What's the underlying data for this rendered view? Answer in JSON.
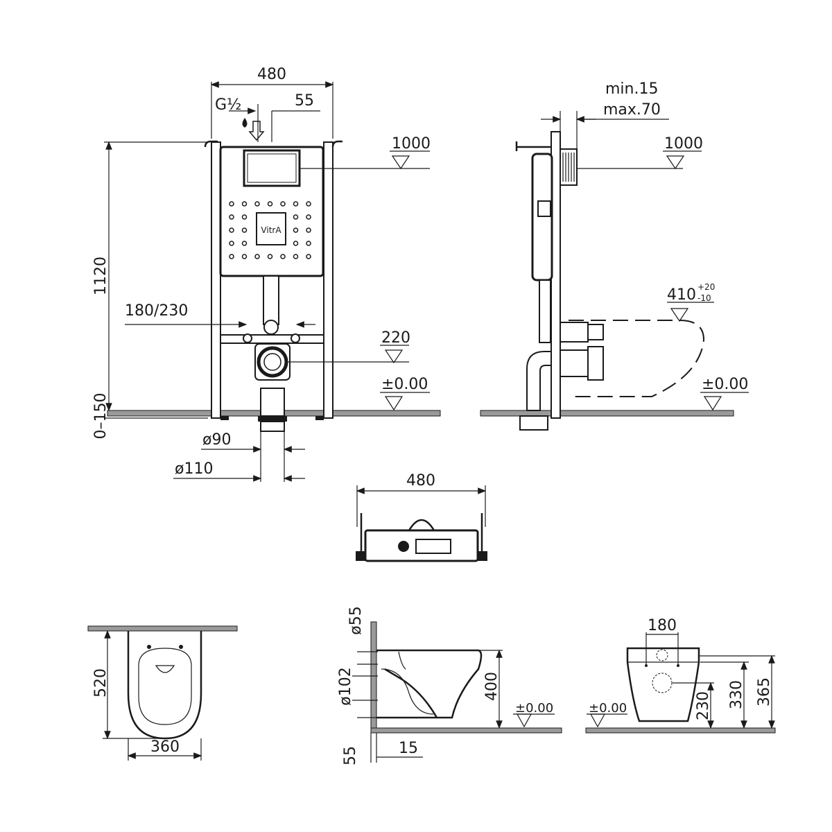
{
  "front_view": {
    "width": "480",
    "inlet": "G½",
    "inlet_offset": "55",
    "height": "1120",
    "bracket_spacing": "180/230",
    "outlet_level": "220",
    "floor_level": "±0.00",
    "plate_level": "1000",
    "adjust": "0–150",
    "pipe_d1": "ø90",
    "pipe_d2": "ø110",
    "logo": "VitrA"
  },
  "side_view": {
    "wall_min": "min.15",
    "wall_max": "max.70",
    "plate_level": "1000",
    "bowl_height": "410",
    "tol_plus": "+20",
    "tol_minus": "-10",
    "floor_level": "±0.00"
  },
  "top_view": {
    "width": "480"
  },
  "bowl_plan": {
    "length": "520",
    "width": "360"
  },
  "bowl_section": {
    "d_small": "ø55",
    "d_large": "ø102",
    "height": "400",
    "floor_level": "±0.00",
    "offset_v": "55",
    "offset_h": "15"
  },
  "bowl_front": {
    "fix_spacing": "180",
    "floor_level": "±0.00",
    "h1": "230",
    "h2": "330",
    "h3": "365"
  }
}
